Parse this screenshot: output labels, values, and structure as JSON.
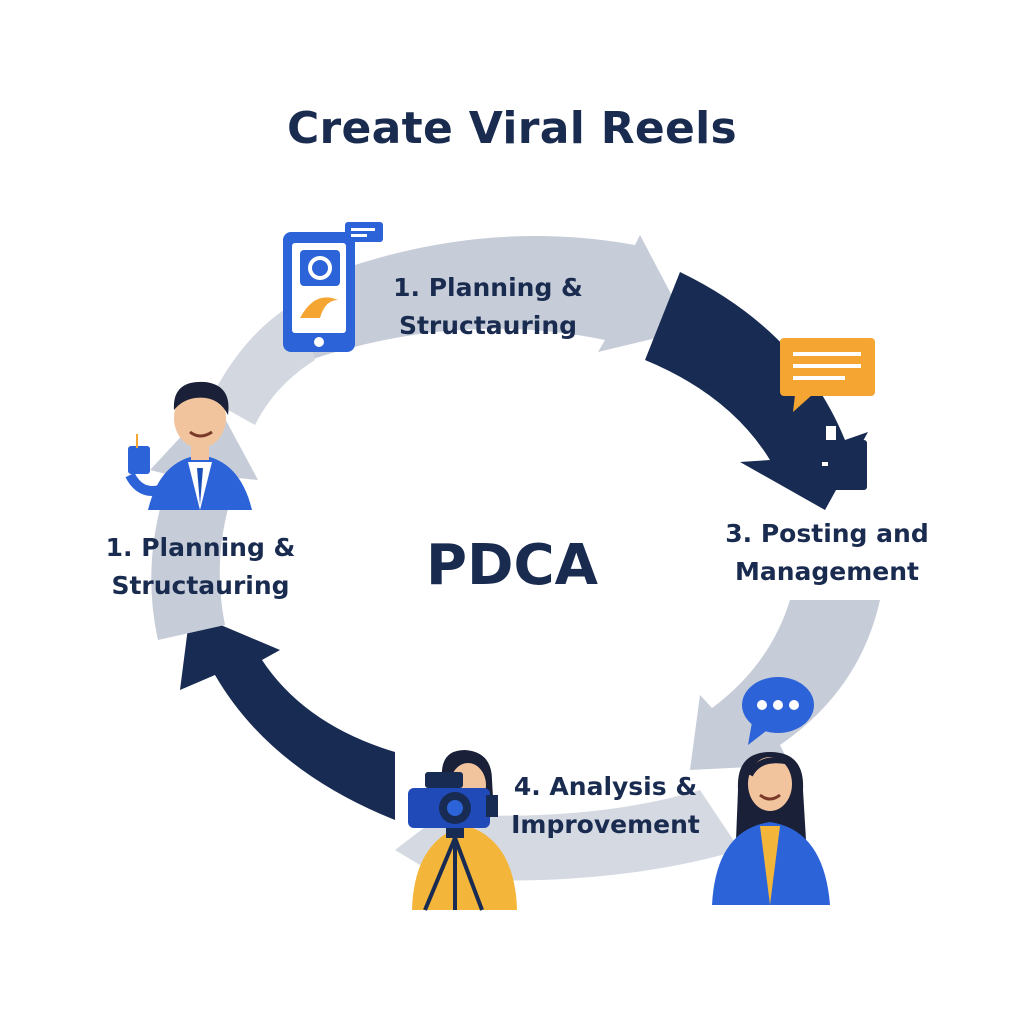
{
  "title": "Create Viral Reels",
  "center_label": "PDCA",
  "steps": {
    "top": {
      "line1": "1. Planning &",
      "line2": "Structauring"
    },
    "left": {
      "line1": "1. Planning &",
      "line2": "Structauring"
    },
    "right": {
      "line1": "3. Posting and",
      "line2": "Management"
    },
    "bottom": {
      "line1": "4. Analysis &",
      "line2": "Improvement"
    }
  },
  "icons": {
    "top": "smartphone-icon",
    "left": "businessman-with-coffee-icon",
    "right_top": "chat-bubble-icon",
    "right_small": "box-icon",
    "bottom_right": "woman-with-speech-bubble-icon",
    "bottom": "camera-operator-icon"
  },
  "colors": {
    "navy": "#182b52",
    "light_gray": "#c6cdd8",
    "blue": "#2d63d8",
    "orange": "#f5a632",
    "yellow": "#f4b63a",
    "skin": "#f2c49e",
    "hair": "#1a2038"
  }
}
